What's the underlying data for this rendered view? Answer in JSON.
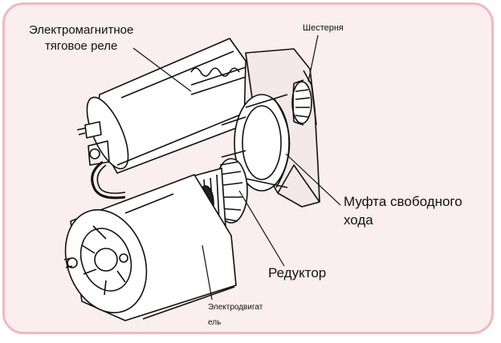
{
  "labels": {
    "relay_line1": "Электромагнитное",
    "relay_line2": "тяговое реле",
    "gear": "Шестерня",
    "clutch_line1": "Муфта свободного",
    "clutch_line2": "хода",
    "reducer": "Редуктор",
    "motor_line1": "Электродвигат",
    "motor_line2": "ель"
  },
  "colors": {
    "frame_fill": "#fbeeee",
    "frame_border": "#f0b9c0",
    "ink": "#111111"
  }
}
